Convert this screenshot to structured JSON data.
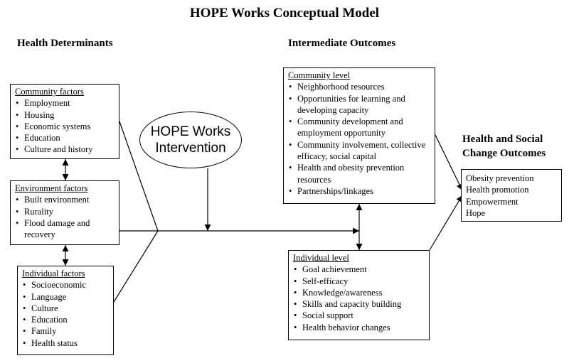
{
  "title": "HOPE Works Conceptual Model",
  "headings": {
    "determinants": "Health Determinants",
    "intermediate": "Intermediate Outcomes",
    "social_line1": "Health and Social",
    "social_line2": "Change Outcomes"
  },
  "community_factors": {
    "title": "Community factors",
    "items": [
      "Employment",
      "Housing",
      "Economic systems",
      "Education",
      "Culture and history"
    ]
  },
  "environment_factors": {
    "title": "Environment factors",
    "items": [
      "Built environment",
      "Rurality",
      "Flood damage and recovery"
    ]
  },
  "individual_factors": {
    "title": "Individual factors",
    "items": [
      "Socioeconomic",
      "Language",
      "Culture",
      "Education",
      "Family",
      "Health status"
    ]
  },
  "intervention": {
    "line1": "HOPE Works",
    "line2": "Intervention"
  },
  "community_level": {
    "title": "Community level",
    "items": [
      "Neighborhood resources",
      "Opportunities for learning and developing capacity",
      "Community development and employment opportunity",
      "Community involvement, collective efficacy, social capital",
      "Health and obesity prevention resources",
      "Partnerships/linkages"
    ]
  },
  "individual_level": {
    "title": "Individual level",
    "items": [
      "Goal achievement",
      "Self-efficacy",
      "Knowledge/awareness",
      "Skills and capacity building",
      "Social support",
      "Health behavior changes"
    ]
  },
  "outcomes": {
    "items": [
      "Obesity prevention",
      "Health promotion",
      "Empowerment",
      "Hope"
    ]
  }
}
